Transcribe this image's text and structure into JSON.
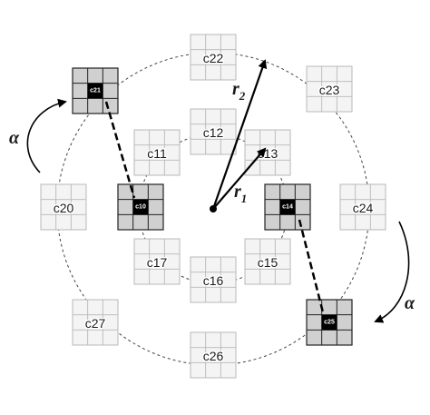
{
  "cells": [
    {
      "id": "c10",
      "label": "c10",
      "kind": "active"
    },
    {
      "id": "c11",
      "label": "c11",
      "kind": "faded"
    },
    {
      "id": "c12",
      "label": "c12",
      "kind": "faded"
    },
    {
      "id": "c13",
      "label": "c13",
      "kind": "faded"
    },
    {
      "id": "c14",
      "label": "c14",
      "kind": "active"
    },
    {
      "id": "c15",
      "label": "c15",
      "kind": "faded"
    },
    {
      "id": "c16",
      "label": "c16",
      "kind": "faded"
    },
    {
      "id": "c17",
      "label": "c17",
      "kind": "faded"
    },
    {
      "id": "c20",
      "label": "c20",
      "kind": "faded"
    },
    {
      "id": "c21",
      "label": "c21",
      "kind": "active"
    },
    {
      "id": "c22",
      "label": "c22",
      "kind": "faded"
    },
    {
      "id": "c23",
      "label": "c23",
      "kind": "faded"
    },
    {
      "id": "c24",
      "label": "c24",
      "kind": "faded"
    },
    {
      "id": "c25",
      "label": "c25",
      "kind": "active"
    },
    {
      "id": "c26",
      "label": "c26",
      "kind": "faded"
    },
    {
      "id": "c27",
      "label": "c27",
      "kind": "faded"
    }
  ],
  "radius_labels": {
    "r1": {
      "base": "r",
      "sub": "1"
    },
    "r2": {
      "base": "r",
      "sub": "2"
    }
  },
  "rotation_label": "α",
  "colors": {
    "faded_line": "#b8b8b8",
    "faded_fill": "#f4f4f4",
    "active_line": "#222222",
    "active_fill": "#d0d0d0",
    "center_fill": "#000000",
    "circle": "#444444",
    "arrow": "#000000"
  }
}
